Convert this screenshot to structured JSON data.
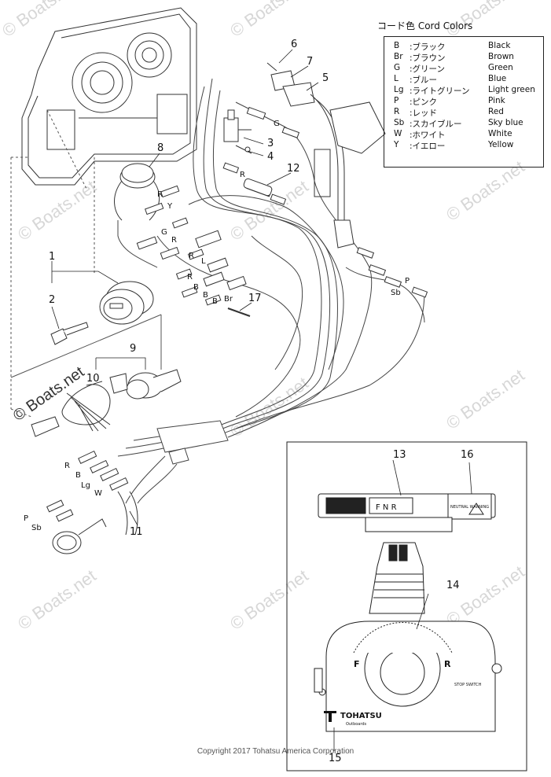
{
  "watermark": "© Boats.net",
  "legend": {
    "title": "コード色 Cord Colors",
    "rows": [
      {
        "code": "B",
        "jp": ":ブラック",
        "en": "Black"
      },
      {
        "code": "Br",
        "jp": ":ブラウン",
        "en": "Brown"
      },
      {
        "code": "G",
        "jp": ":グリーン",
        "en": "Green"
      },
      {
        "code": "L",
        "jp": ":ブルー",
        "en": "Blue"
      },
      {
        "code": "Lg",
        "jp": ":ライトグリーン",
        "en": "Light green"
      },
      {
        "code": "P",
        "jp": ":ピンク",
        "en": "Pink"
      },
      {
        "code": "R",
        "jp": ":レッド",
        "en": "Red"
      },
      {
        "code": "Sb",
        "jp": ":スカイブルー",
        "en": "Sky blue"
      },
      {
        "code": "W",
        "jp": ":ホワイト",
        "en": "White"
      },
      {
        "code": "Y",
        "jp": ":イエロー",
        "en": "Yellow"
      }
    ]
  },
  "callouts": [
    "1",
    "2",
    "3",
    "4",
    "5",
    "6",
    "7",
    "8",
    "9",
    "10",
    "11",
    "12",
    "13",
    "14",
    "15",
    "16",
    "17"
  ],
  "wire_labels": {
    "g_top": "G",
    "r_12": "R",
    "r_8": "R",
    "y_8": "Y",
    "g_a": "G",
    "r_a": "R",
    "r_b": "R",
    "l_b": "L",
    "r_c": "R",
    "b_c": "B",
    "b_d": "B",
    "b_e": "B",
    "br_e": "Br",
    "p_right": "P",
    "sb_right": "Sb",
    "r_harn": "R",
    "b_harn": "B",
    "lg_harn": "Lg",
    "w_harn": "W",
    "p_harn": "P",
    "sb_harn": "Sb"
  },
  "control_box": {
    "brand": "TOHATSU",
    "brand_sub": "Outboards",
    "f_mark": "F",
    "r_mark": "R",
    "stop_label": "STOP SWITCH",
    "dial_marks": "F  N  R",
    "neutral_label": "NEUTRAL WARNING"
  },
  "copyright": "Copyright 2017 Tohatsu America Corporation"
}
